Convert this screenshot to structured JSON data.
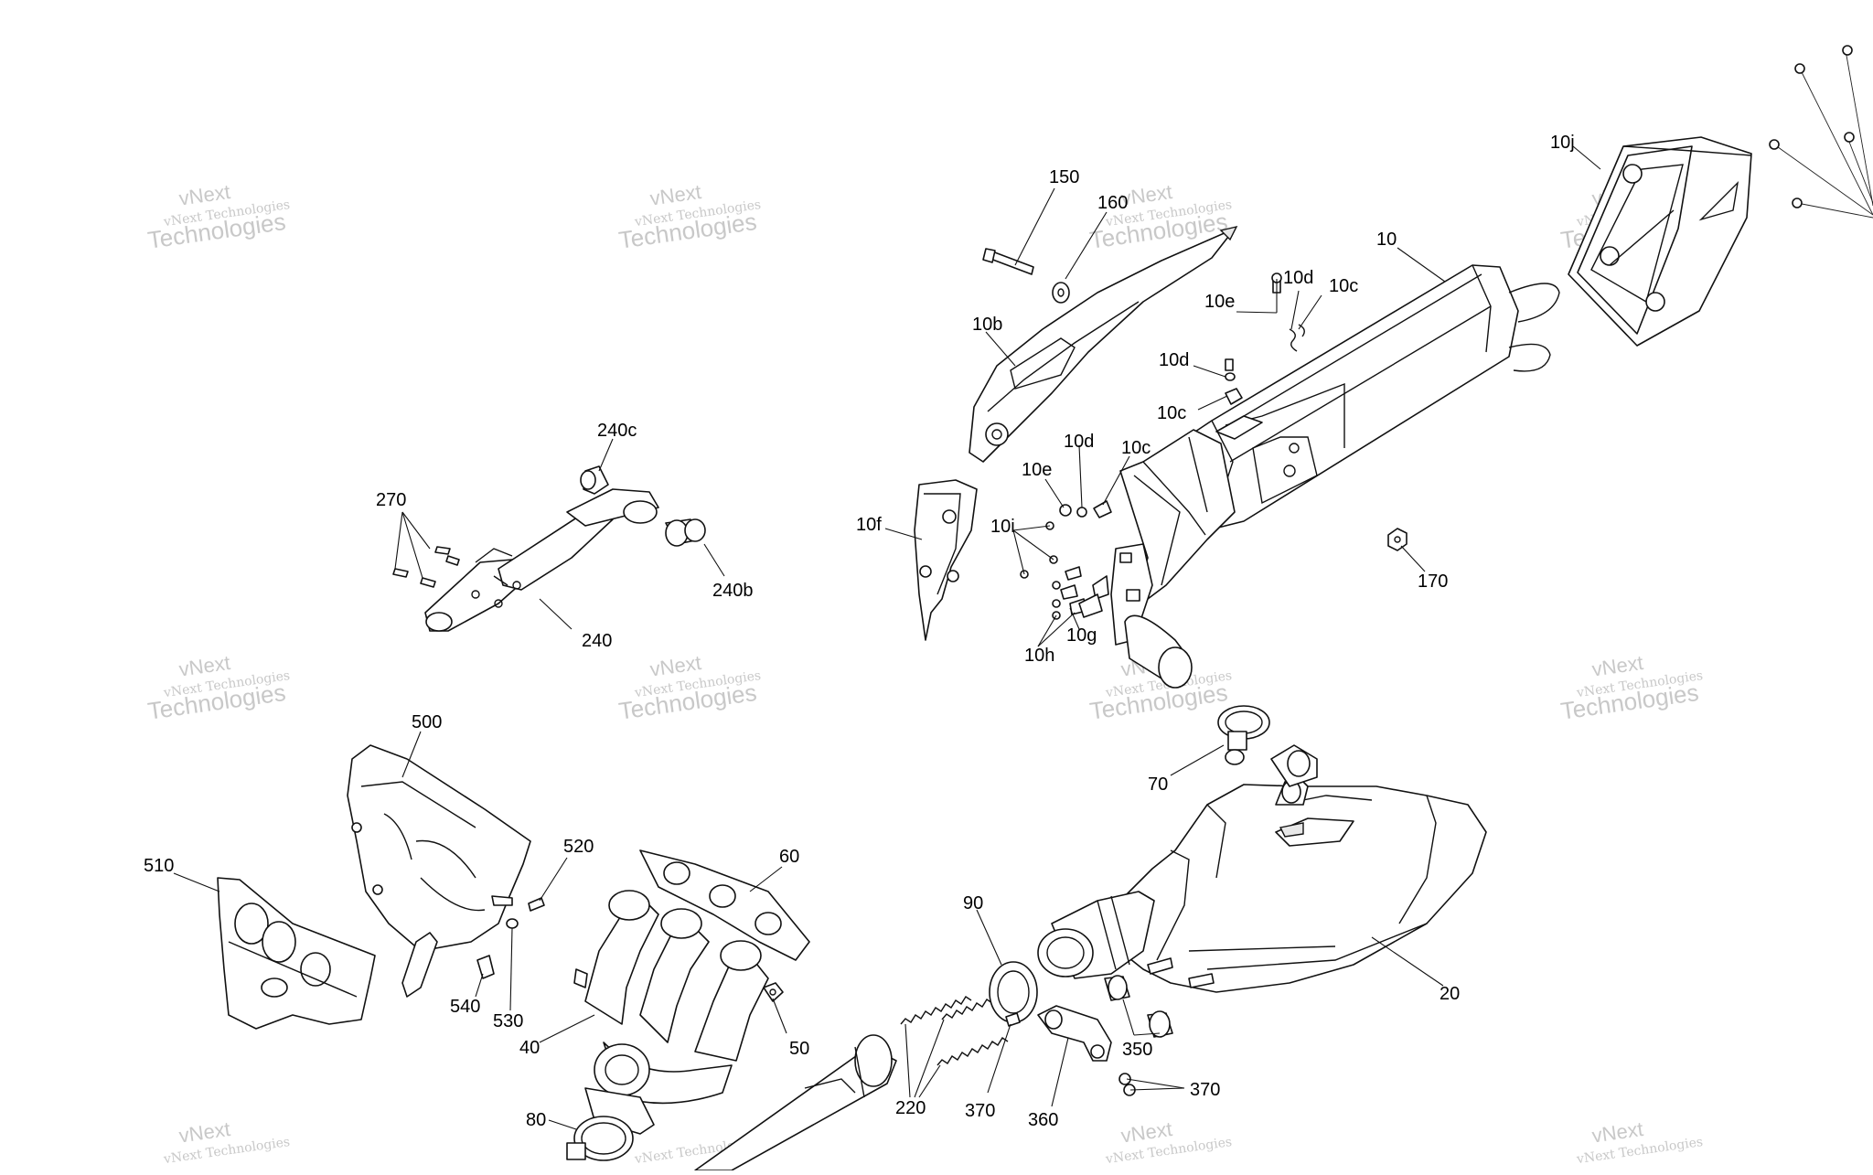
{
  "diagram": {
    "watermark": {
      "line1": "vNext",
      "line2": "vNext Technologies",
      "line3": "Technologies"
    },
    "callouts": {
      "c150": "150",
      "c160": "160",
      "c10j": "10j",
      "c10": "10",
      "c10d_a": "10d",
      "c10c_a": "10c",
      "c10e_a": "10e",
      "c10b": "10b",
      "c10d_b": "10d",
      "c10c_b": "10c",
      "c240c": "240c",
      "c270": "270",
      "c10d_c": "10d",
      "c10c_c": "10c",
      "c10e_b": "10e",
      "c10f": "10f",
      "c10i": "10i",
      "c240b": "240b",
      "c170": "170",
      "c240": "240",
      "c10g": "10g",
      "c10h": "10h",
      "c500": "500",
      "c70": "70",
      "c520": "520",
      "c60": "60",
      "c510": "510",
      "c90": "90",
      "c20": "20",
      "c540": "540",
      "c530": "530",
      "c350": "350",
      "c40": "40",
      "c50": "50",
      "c370_a": "370",
      "c370_b": "370",
      "c220": "220",
      "c360": "360",
      "c80": "80"
    }
  }
}
